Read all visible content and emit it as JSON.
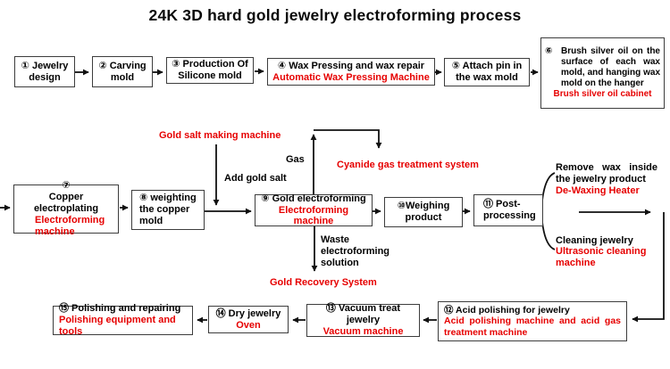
{
  "title": "24K 3D hard gold jewelry electroforming process",
  "colors": {
    "accent_red": "#e60000",
    "text_black": "#000000",
    "box_border": "#3d3d3d"
  },
  "boxes": {
    "b1": {
      "text": "① Jewelry\ndesign"
    },
    "b2": {
      "text": "② Carving\nmold"
    },
    "b3": {
      "text": "③ Production Of\nSilicone  mold"
    },
    "b4": {
      "text": "④  Wax Pressing and wax repair",
      "machine": "Automatic Wax Pressing Machine"
    },
    "b5": {
      "text": "⑤  Attach pin in\nthe wax mold"
    },
    "b6": {
      "num": "⑥",
      "text": "Brush silver oil on the surface of each wax mold, and hanging wax mold on the hanger",
      "machine": "Brush silver oil cabinet"
    },
    "b7": {
      "text": "⑦\nCopper electroplating",
      "machine": "Electroforming\nmachine"
    },
    "b8": {
      "text": "⑧  weighting\nthe copper\nmold"
    },
    "b9": {
      "text": "⑨ Gold electroforming",
      "machine": "Electroforming  machine"
    },
    "b10": {
      "text": "⑩Weighing\nproduct"
    },
    "b11": {
      "text": "⑪ Post-\nprocessing"
    },
    "b12": {
      "text": "⑫ Acid polishing for jewelry",
      "machine": "Acid polishing machine and acid gas treatment machine"
    },
    "b13": {
      "text": "⑬ Vacuum treat jewelry",
      "machine": "Vacuum machine"
    },
    "b14": {
      "text": "⑭  Dry jewelry",
      "machine": "Oven"
    },
    "b15": {
      "text": "⑮ Polishing and repairing",
      "machine": "Polishing equipment and tools"
    }
  },
  "labels": {
    "gold_salt_machine": "Gold salt making machine",
    "add_gold_salt": "Add gold salt",
    "gas": "Gas",
    "cyanide": "Cyanide gas treatment system",
    "waste": "Waste\nelectroforming\nsolution",
    "gold_recovery": "Gold Recovery System",
    "remove_wax": "Remove wax inside the jewelry product",
    "dewax_machine": "De-Waxing Heater",
    "cleaning": "Cleaning jewelry",
    "cleaning_machine": "Ultrasonic cleaning\n machine"
  }
}
